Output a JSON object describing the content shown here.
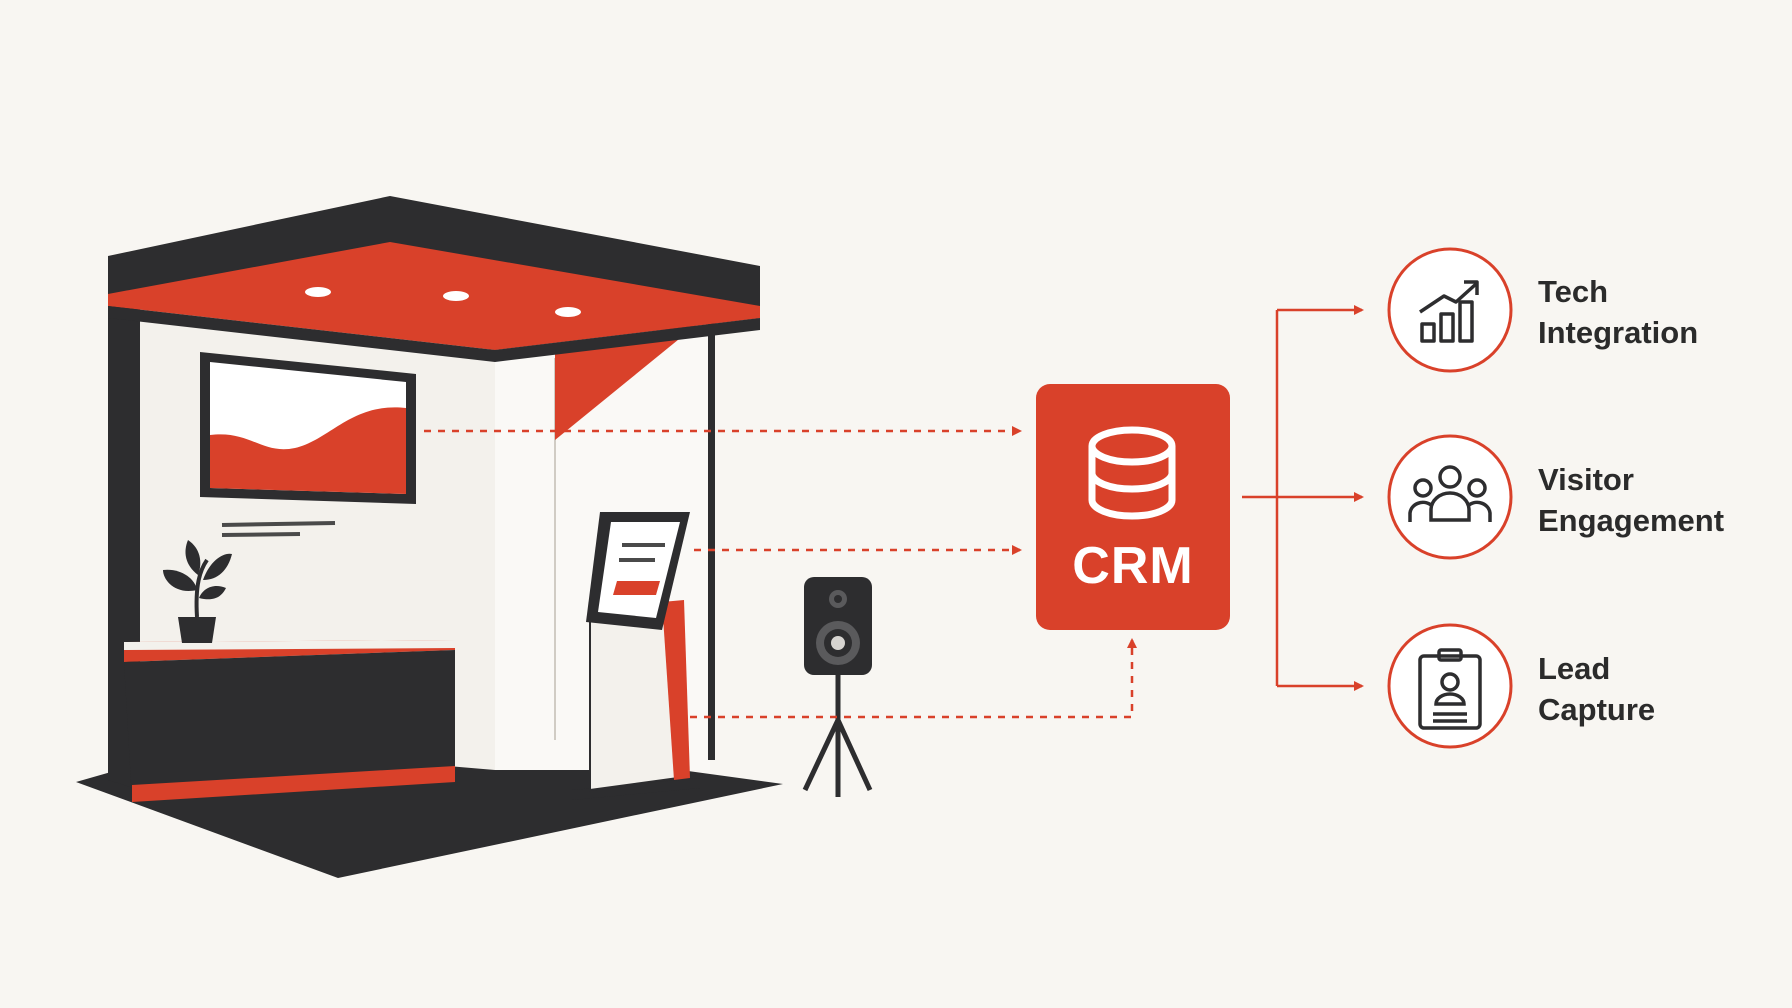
{
  "colors": {
    "accent": "#d9412a",
    "dark": "#2d2d2f",
    "background": "#f8f6f2",
    "panel": "#f3f1ec"
  },
  "crm": {
    "label": "CRM",
    "icon": "database-icon"
  },
  "outputs": [
    {
      "line1": "Tech",
      "line2": "Integration",
      "icon": "growth-chart-icon"
    },
    {
      "line1": "Visitor",
      "line2": "Engagement",
      "icon": "people-group-icon"
    },
    {
      "line1": "Lead",
      "line2": "Capture",
      "icon": "id-badge-icon"
    }
  ],
  "sources": [
    "display-screen",
    "kiosk",
    "speaker"
  ]
}
